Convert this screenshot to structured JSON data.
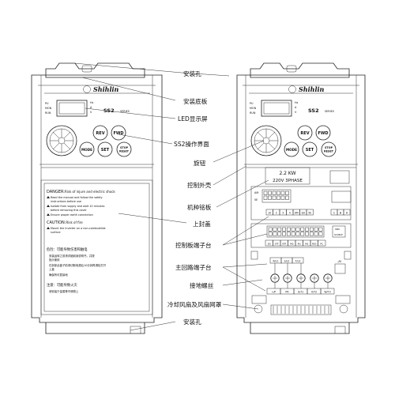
{
  "labels": {
    "mount_hole_top": "安装孔",
    "mount_plate": "安装底板",
    "led_display": "LED显示屏",
    "ss2_panel": "SS2操作界面",
    "knob": "旋钮",
    "control_shell": "控制外壳",
    "nameplate": "机种铭板",
    "upper_cover": "上封盖",
    "control_terminal": "控制板端子台",
    "main_terminal": "主回路端子台",
    "ground_screw": "接地螺丝",
    "fan": "冷却风扇及风扇网罩",
    "mount_hole_bottom": "安装孔"
  },
  "device": {
    "brand": "Shihlin",
    "model": "SS2",
    "series": "SERIES",
    "mode_labels": [
      "PU",
      "MON",
      "RUN"
    ],
    "unit_labels": [
      "Hz",
      "A",
      "V"
    ],
    "buttons": {
      "rev": "REV",
      "fwd": "FWD",
      "mode": "MODE",
      "set": "SET",
      "stop": "STOP",
      "reset": "RESET"
    }
  },
  "warning": {
    "danger_title": "DANGER:",
    "danger_rest": "Risk of injure and electric shock",
    "danger_lines": [
      "Read the manual and follow the safety",
      "instructions before use",
      "Isolate from supply and wait 10 minutes",
      "before removing this cover",
      "Ensure proper earth connection"
    ],
    "caution_title": "CAUTION:",
    "caution_rest": "Risk of fire",
    "caution_lines": [
      "Mount the inverter on a non-combustible",
      "surface"
    ],
    "cn_title1": "危险：可能导致伤害和触电",
    "cn_lines1": [
      "安装运转之前请详细阅读说明书，并按",
      "指示使用",
      "在拆卸此盖子前请切断电源后10分钟再调检打开",
      "上盖",
      "确保有可靠接地"
    ],
    "cn_title2": "注意：可能导致火灾",
    "cn_lines2": [
      "请安装于金属等不燃物上"
    ]
  },
  "nameplate": {
    "power": "2.2 KW",
    "voltage": "220V 3PHASE"
  },
  "terminals": {
    "ctrl_top": [
      "10",
      "2",
      "3",
      "4",
      "AM",
      "SD",
      "5E"
    ],
    "abc": [
      "C",
      "B",
      "A"
    ],
    "ctrl_bottom": [
      "SD",
      "STF",
      "STR",
      "M0",
      "M1",
      "M2",
      "RES",
      "PC"
    ],
    "side_a": "AM",
    "side_b": "5E",
    "sink": "SINK",
    "source": "SOURCE",
    "main_top": [
      "R/L1",
      "S/L2",
      "T/L3"
    ],
    "dc": "-/N",
    "main_bottom": [
      "+/P",
      "PR",
      "U/T1",
      "V/T2",
      "W/T3"
    ]
  }
}
